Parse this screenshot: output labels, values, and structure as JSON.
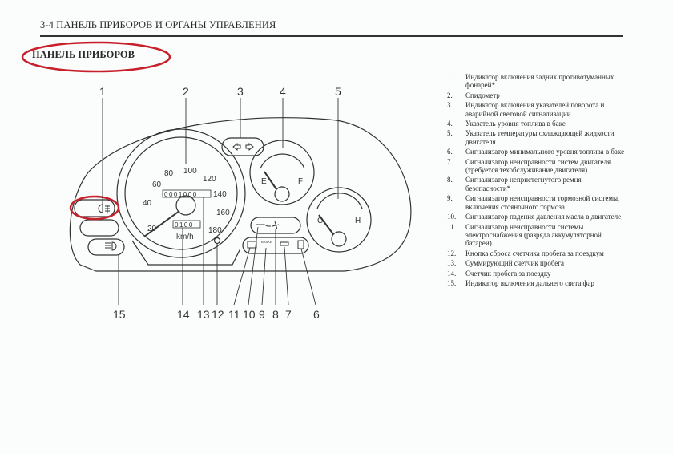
{
  "header": {
    "title": "3-4 ПАНЕЛЬ ПРИБОРОВ И ОРГАНЫ УПРАВЛЕНИЯ"
  },
  "section": {
    "title": "ПАНЕЛЬ ПРИБОРОВ"
  },
  "diagram": {
    "speedometer": {
      "ticks": [
        "20",
        "40",
        "60",
        "80",
        "100",
        "120",
        "140",
        "160",
        "180"
      ],
      "unit": "km/h"
    },
    "odometer": "0001000",
    "trip_meter": "0100",
    "fuel_gauge": {
      "empty": "E",
      "full": "F"
    },
    "temp_gauge": {
      "cold": "C",
      "hot": "H"
    },
    "brake_label": "BRAKE",
    "callouts_top": [
      "1",
      "2",
      "3",
      "4",
      "5"
    ],
    "callouts_bottom": [
      "15",
      "14",
      "13",
      "12",
      "11",
      "10",
      "9",
      "8",
      "7",
      "6"
    ],
    "highlight_color": "#c8202a"
  },
  "legend": [
    {
      "num": "1.",
      "text": "Индикатор включения задних противотуманных фонарей*"
    },
    {
      "num": "2.",
      "text": "Спидометр"
    },
    {
      "num": "3.",
      "text": "Индикатор включения указателей поворота и аварийной световой сигнализации"
    },
    {
      "num": "4.",
      "text": "Указатель уровня топлива в баке"
    },
    {
      "num": "5.",
      "text": "Указатель температуры охлаждающей жидкости двигателя"
    },
    {
      "num": "6.",
      "text": "Сигнализатор минимального уровня топлива в баке"
    },
    {
      "num": "7.",
      "text": "Сигнализатор неисправности систем двигателя (требуется техобслуживание двигателя)"
    },
    {
      "num": "8.",
      "text": "Сигнализатор непристегнутого ремня безопасности*"
    },
    {
      "num": "9.",
      "text": "Сигнализатор неисправности тормозной системы, включения стояночного тормоза"
    },
    {
      "num": "10.",
      "text": "Сигнализатор падения давления масла в двигателе"
    },
    {
      "num": "11.",
      "text": "Сигнализатор неисправности системы электроснабжения (разряда аккумуляторной батареи)"
    },
    {
      "num": "12.",
      "text": "Кнопка сброса счетчика пробега за поездкум"
    },
    {
      "num": "13.",
      "text": "Суммирующий счетчик пробега"
    },
    {
      "num": "14.",
      "text": "Счетчик пробега за поездку"
    },
    {
      "num": "15.",
      "text": "Индикатор включения дальнего света фар"
    }
  ]
}
